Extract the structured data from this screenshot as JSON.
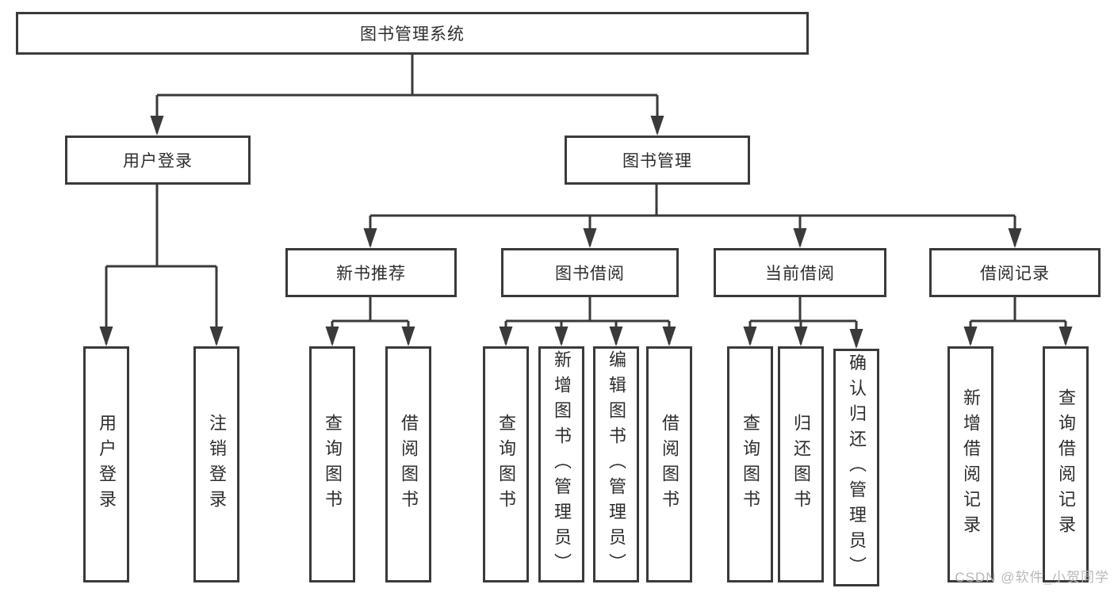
{
  "diagram": {
    "root": "图书管理系统",
    "branches": [
      {
        "label": "用户登录",
        "children": [
          "用户登录",
          "注销登录"
        ]
      },
      {
        "label": "图书管理",
        "children": [
          {
            "label": "新书推荐",
            "children": [
              "查询图书",
              "借阅图书"
            ]
          },
          {
            "label": "图书借阅",
            "children": [
              "查询图书",
              "新增图书（管理员）",
              "编辑图书（管理员）",
              "借阅图书"
            ]
          },
          {
            "label": "当前借阅",
            "children": [
              "查询图书",
              "归还图书",
              "确认归还（管理员）"
            ]
          },
          {
            "label": "借阅记录",
            "children": [
              "新增借阅记录",
              "查询借阅记录"
            ]
          }
        ]
      }
    ]
  },
  "colors": {
    "line": "#3a3a3a",
    "text": "#2d2d2d",
    "watermark": "#b8b8b8"
  },
  "watermark": {
    "text": "CSDN @软件_小贺同学"
  }
}
